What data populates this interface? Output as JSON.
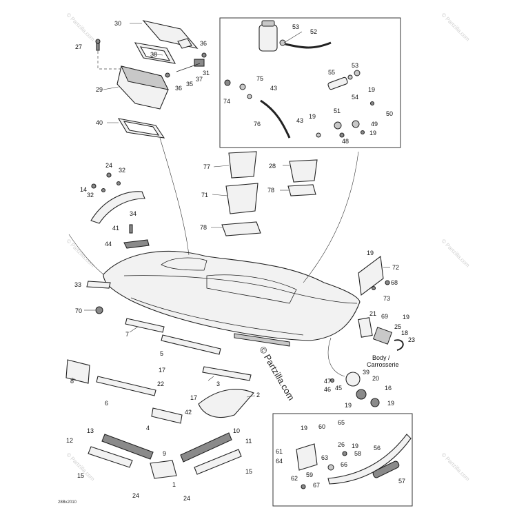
{
  "callouts": [
    {
      "id": "c30",
      "text": "30"
    },
    {
      "id": "c27",
      "text": "27"
    },
    {
      "id": "c36a",
      "text": "36"
    },
    {
      "id": "c38",
      "text": "38"
    },
    {
      "id": "c31",
      "text": "31"
    },
    {
      "id": "c37",
      "text": "37"
    },
    {
      "id": "c35",
      "text": "35"
    },
    {
      "id": "c36b",
      "text": "36"
    },
    {
      "id": "c29",
      "text": "29"
    },
    {
      "id": "c40",
      "text": "40"
    },
    {
      "id": "c53a",
      "text": "53"
    },
    {
      "id": "c52",
      "text": "52"
    },
    {
      "id": "c53b",
      "text": "53"
    },
    {
      "id": "c55",
      "text": "55"
    },
    {
      "id": "c75",
      "text": "75"
    },
    {
      "id": "c43a",
      "text": "43"
    },
    {
      "id": "c54",
      "text": "54"
    },
    {
      "id": "c19a",
      "text": "19"
    },
    {
      "id": "c74",
      "text": "74"
    },
    {
      "id": "c50",
      "text": "50"
    },
    {
      "id": "c19b",
      "text": "19"
    },
    {
      "id": "c51",
      "text": "51"
    },
    {
      "id": "c43b",
      "text": "43"
    },
    {
      "id": "c49",
      "text": "49"
    },
    {
      "id": "c76",
      "text": "76"
    },
    {
      "id": "c19c",
      "text": "19"
    },
    {
      "id": "c48",
      "text": "48"
    },
    {
      "id": "c24a",
      "text": "24"
    },
    {
      "id": "c32a",
      "text": "32"
    },
    {
      "id": "c77",
      "text": "77"
    },
    {
      "id": "c28",
      "text": "28"
    },
    {
      "id": "c14",
      "text": "14"
    },
    {
      "id": "c32b",
      "text": "32"
    },
    {
      "id": "c71",
      "text": "71"
    },
    {
      "id": "c78a",
      "text": "78"
    },
    {
      "id": "c34",
      "text": "34"
    },
    {
      "id": "c41",
      "text": "41"
    },
    {
      "id": "c78b",
      "text": "78"
    },
    {
      "id": "c44",
      "text": "44"
    },
    {
      "id": "c19d",
      "text": "19"
    },
    {
      "id": "c72",
      "text": "72"
    },
    {
      "id": "c33",
      "text": "33"
    },
    {
      "id": "c68",
      "text": "68"
    },
    {
      "id": "c73",
      "text": "73"
    },
    {
      "id": "c70",
      "text": "70"
    },
    {
      "id": "c21",
      "text": "21"
    },
    {
      "id": "c69",
      "text": "69"
    },
    {
      "id": "c19e",
      "text": "19"
    },
    {
      "id": "c25",
      "text": "25"
    },
    {
      "id": "c7",
      "text": "7"
    },
    {
      "id": "c18",
      "text": "18"
    },
    {
      "id": "c23",
      "text": "23"
    },
    {
      "id": "c5",
      "text": "5"
    },
    {
      "id": "c8",
      "text": "8"
    },
    {
      "id": "c17a",
      "text": "17"
    },
    {
      "id": "c39",
      "text": "39"
    },
    {
      "id": "c47",
      "text": "47"
    },
    {
      "id": "c20",
      "text": "20"
    },
    {
      "id": "c3",
      "text": "3"
    },
    {
      "id": "c22",
      "text": "22"
    },
    {
      "id": "c46",
      "text": "46"
    },
    {
      "id": "c45",
      "text": "45"
    },
    {
      "id": "c16",
      "text": "16"
    },
    {
      "id": "c6",
      "text": "6"
    },
    {
      "id": "c17b",
      "text": "17"
    },
    {
      "id": "c2",
      "text": "2"
    },
    {
      "id": "c19f",
      "text": "19"
    },
    {
      "id": "c19g",
      "text": "19"
    },
    {
      "id": "c42",
      "text": "42"
    },
    {
      "id": "c4",
      "text": "4"
    },
    {
      "id": "c13",
      "text": "13"
    },
    {
      "id": "c10",
      "text": "10"
    },
    {
      "id": "c12",
      "text": "12"
    },
    {
      "id": "c11",
      "text": "11"
    },
    {
      "id": "c9",
      "text": "9"
    },
    {
      "id": "c15a",
      "text": "15"
    },
    {
      "id": "c15b",
      "text": "15"
    },
    {
      "id": "c24b",
      "text": "24"
    },
    {
      "id": "c1",
      "text": "1"
    },
    {
      "id": "c24c",
      "text": "24"
    },
    {
      "id": "c65",
      "text": "65"
    },
    {
      "id": "c60",
      "text": "60"
    },
    {
      "id": "c19h",
      "text": "19"
    },
    {
      "id": "c26",
      "text": "26"
    },
    {
      "id": "c19i",
      "text": "19"
    },
    {
      "id": "c58",
      "text": "58"
    },
    {
      "id": "c61",
      "text": "61"
    },
    {
      "id": "c63",
      "text": "63"
    },
    {
      "id": "c56",
      "text": "56"
    },
    {
      "id": "c64",
      "text": "64"
    },
    {
      "id": "c66",
      "text": "66"
    },
    {
      "id": "c59",
      "text": "59"
    },
    {
      "id": "c62",
      "text": "62"
    },
    {
      "id": "c67",
      "text": "67"
    },
    {
      "id": "c57",
      "text": "57"
    }
  ],
  "body_label_line1": "Body /",
  "body_label_line2": "Carrosserie",
  "brand_text": "© Partzilla.com",
  "watermark_text": "© Partzilla.com",
  "drawing_code": "28Bx2010"
}
